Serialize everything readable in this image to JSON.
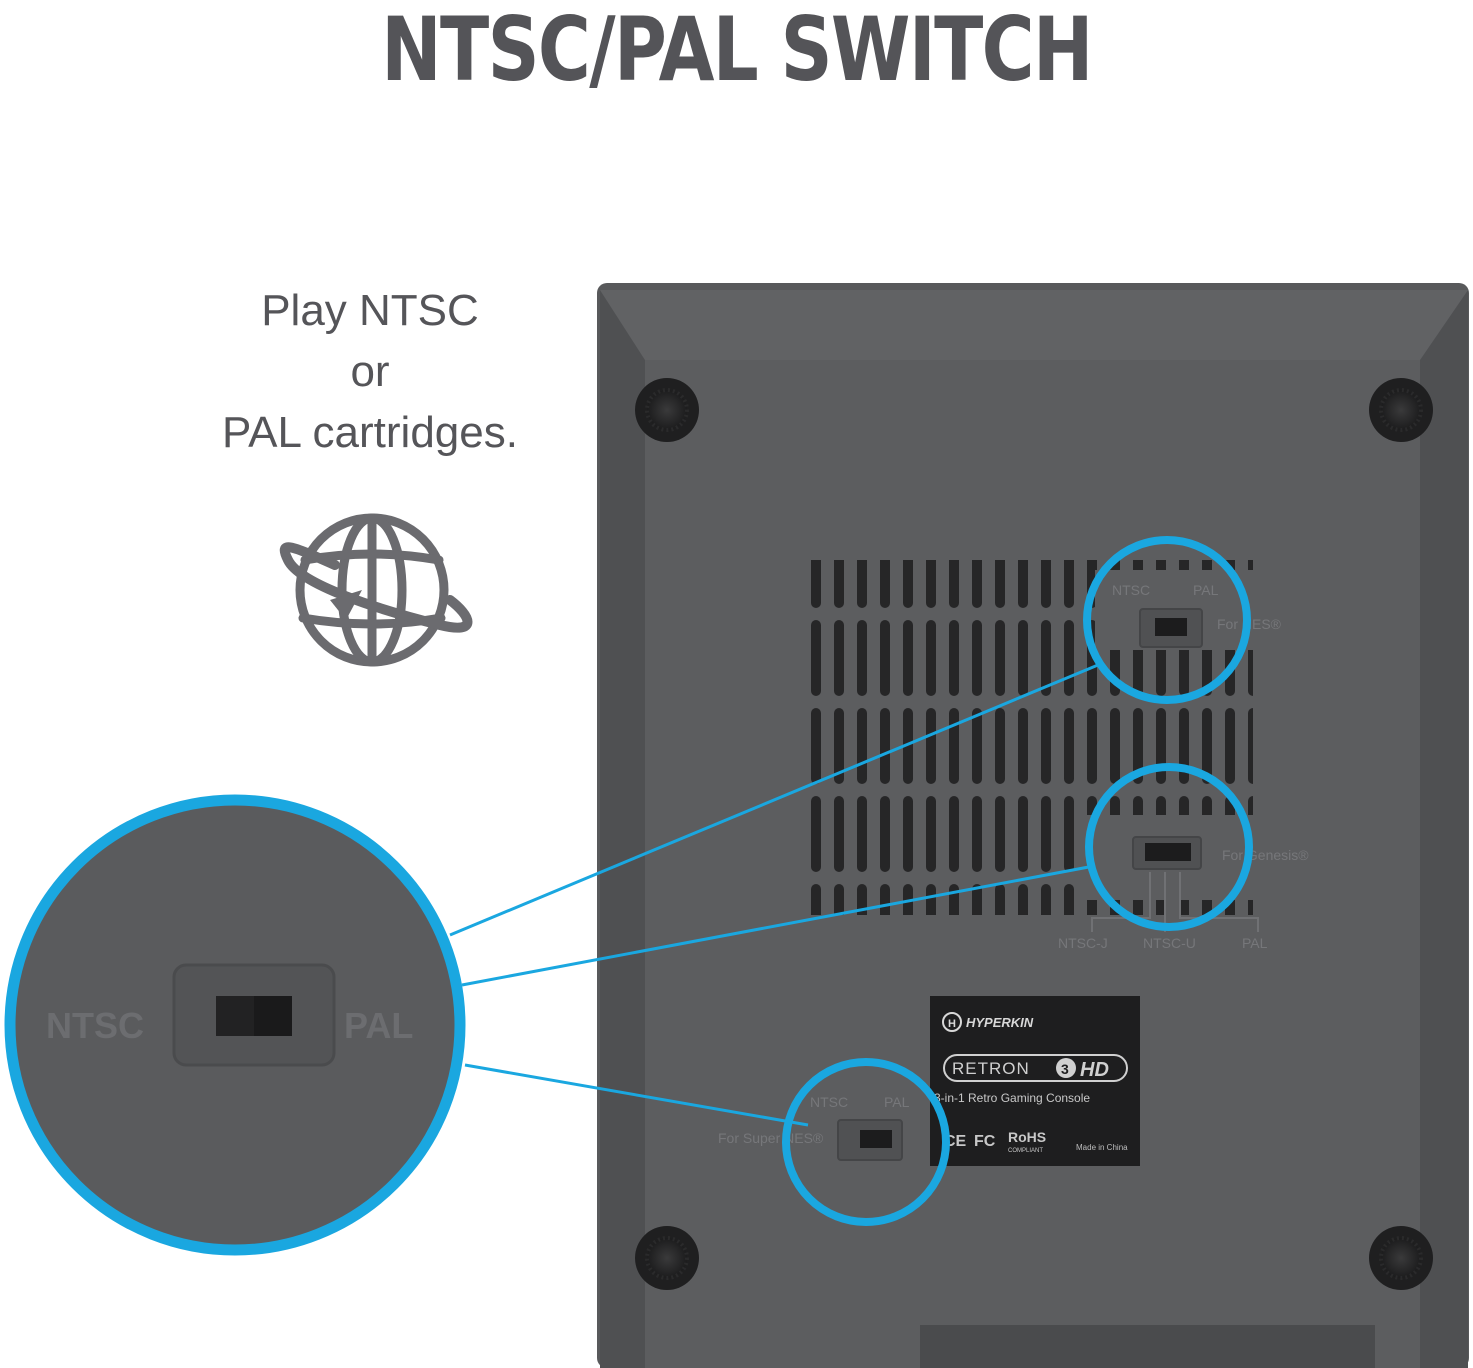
{
  "page": {
    "title": "NTSC/PAL SWITCH",
    "tagline": [
      "Play NTSC",
      "or",
      "PAL cartridges."
    ]
  },
  "icons": {
    "region": "globe-arrow-icon"
  },
  "console": {
    "nes_switch": {
      "left": "NTSC",
      "right": "PAL",
      "label": "For NES®"
    },
    "genesis_switch": {
      "label": "For Genesis®",
      "positions": [
        "NTSC-J",
        "NTSC-U",
        "PAL"
      ]
    },
    "snes_switch": {
      "left": "NTSC",
      "right": "PAL",
      "label": "For Super NES®"
    },
    "product_label": {
      "brand": "HYPERKIN",
      "model_word": "RETRON",
      "model_number": "3",
      "model_suffix": "HD",
      "subtitle": "3-in-1 Retro Gaming Console",
      "cert_ce": "CE",
      "cert_fc": "FC",
      "cert_rohs": "RoHS",
      "cert_rohs_sub": "COMPLIANT",
      "made_in": "Made in China"
    }
  },
  "zoom": {
    "left": "NTSC",
    "right": "PAL"
  },
  "colors": {
    "accent": "#1aa7e0",
    "console_body": "#58595b",
    "title_text": "#545458"
  }
}
